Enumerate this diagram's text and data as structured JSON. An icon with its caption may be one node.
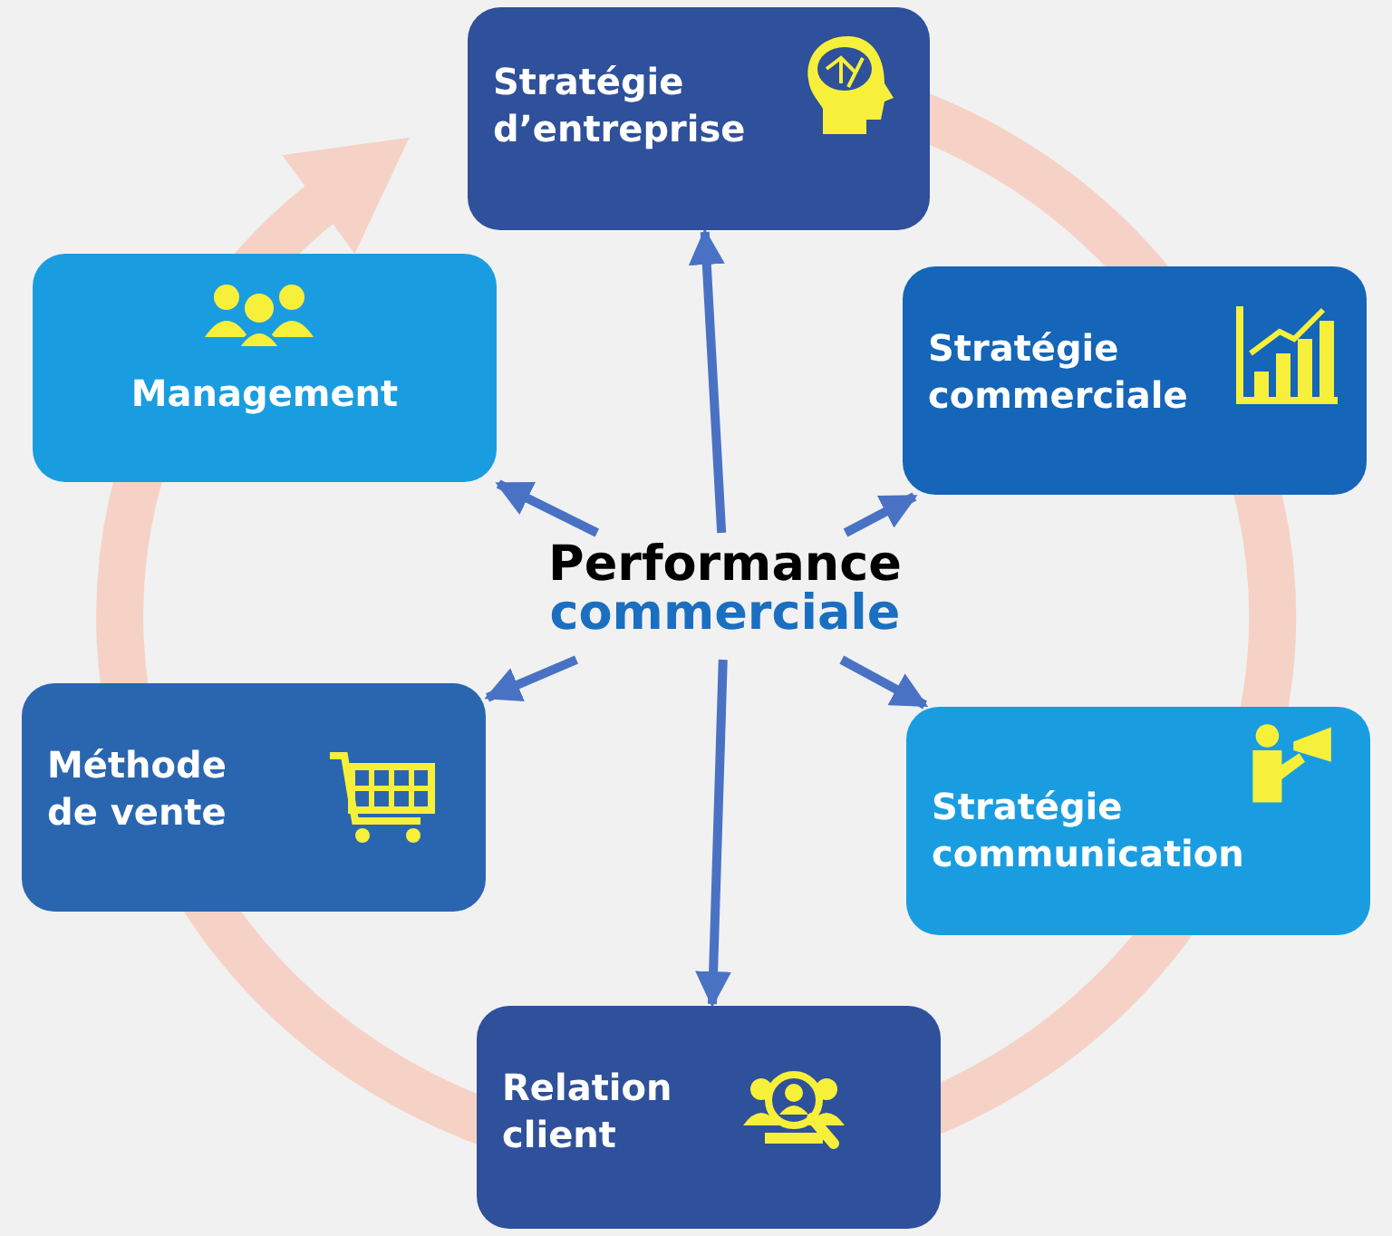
{
  "diagram": {
    "nodes": [
      {
        "text": [
          "Stratégie d’entreprise"
        ]
      },
      {
        "text": [
          "Management"
        ]
      },
      {
        "text": [
          "Stratégie commerciale"
        ]
      },
      {
        "text": [
          "Performance",
          "commerciale"
        ]
      },
      {
        "text": [
          "Méthode de vente"
        ]
      },
      {
        "text": [
          "Stratégie communication"
        ]
      },
      {
        "text": [
          "Relation client"
        ]
      }
    ],
    "edges": [
      {
        "from": 3,
        "to": 0,
        "arrow": "to"
      },
      {
        "from": 3,
        "to": 1,
        "arrow": "to"
      },
      {
        "from": 3,
        "to": 2,
        "arrow": "to"
      },
      {
        "from": 3,
        "to": 4,
        "arrow": "to"
      },
      {
        "from": 3,
        "to": 5,
        "arrow": "to"
      },
      {
        "from": 3,
        "to": 6,
        "arrow": "to"
      }
    ]
  }
}
